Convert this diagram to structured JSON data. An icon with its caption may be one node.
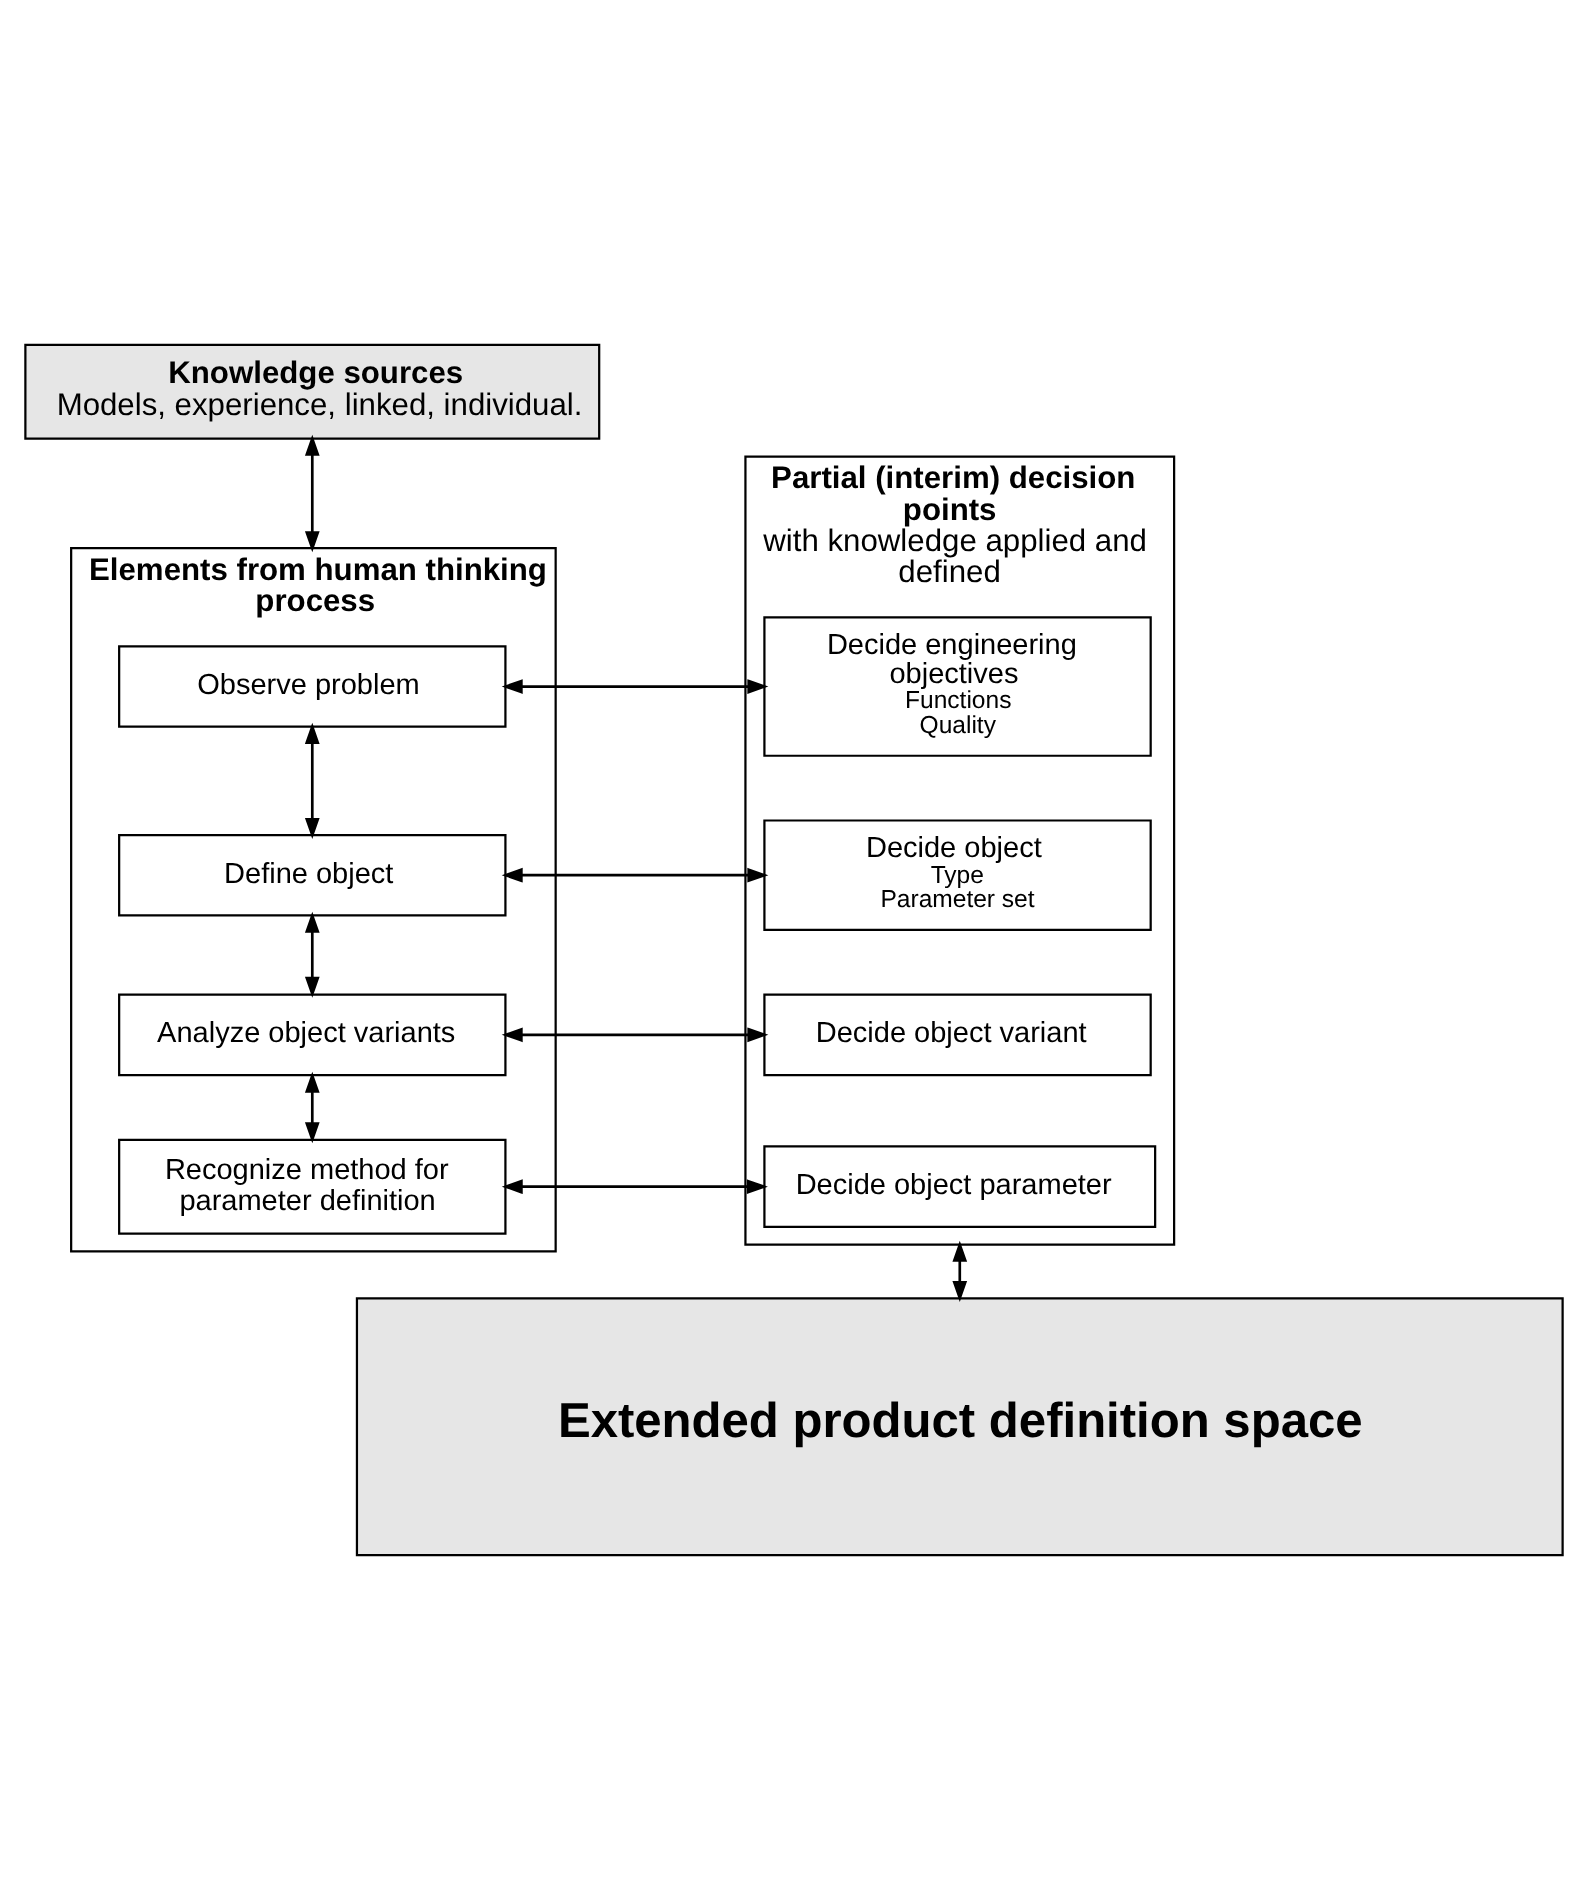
{
  "diagram": {
    "nodes": [
      {
        "text": [
          "Knowledge sources",
          "Models, experience, linked, individual."
        ]
      },
      {
        "text": [
          "Elements from human thinking process"
        ]
      },
      {
        "text": [
          "Observe problem"
        ],
        "in": 1
      },
      {
        "text": [
          "Define object"
        ],
        "in": 1
      },
      {
        "text": [
          "Analyze object variants"
        ],
        "in": 1
      },
      {
        "text": [
          "Recognize method for parameter definition"
        ],
        "in": 1
      },
      {
        "text": [
          "Partial (interim) decision points",
          "with knowledge applied and defined"
        ]
      },
      {
        "text": [
          "Decide engineering objectives",
          "Functions",
          "Quality"
        ],
        "in": 6
      },
      {
        "text": [
          "Decide object",
          "Type",
          "Parameter set"
        ],
        "in": 6
      },
      {
        "text": [
          "Decide object variant"
        ],
        "in": 6
      },
      {
        "text": [
          "Decide object parameter"
        ],
        "in": 6
      },
      {
        "text": [
          "Extended product definition space"
        ]
      }
    ],
    "edges": [
      {
        "from": 0,
        "to": 1,
        "arrow": "both"
      },
      {
        "from": 2,
        "to": 3,
        "arrow": "both"
      },
      {
        "from": 3,
        "to": 4,
        "arrow": "both"
      },
      {
        "from": 4,
        "to": 5,
        "arrow": "both"
      },
      {
        "from": 2,
        "to": 7,
        "arrow": "both"
      },
      {
        "from": 3,
        "to": 8,
        "arrow": "both"
      },
      {
        "from": 4,
        "to": 9,
        "arrow": "both"
      },
      {
        "from": 5,
        "to": 10,
        "arrow": "both"
      },
      {
        "from": 6,
        "to": 11,
        "arrow": "both"
      }
    ]
  }
}
